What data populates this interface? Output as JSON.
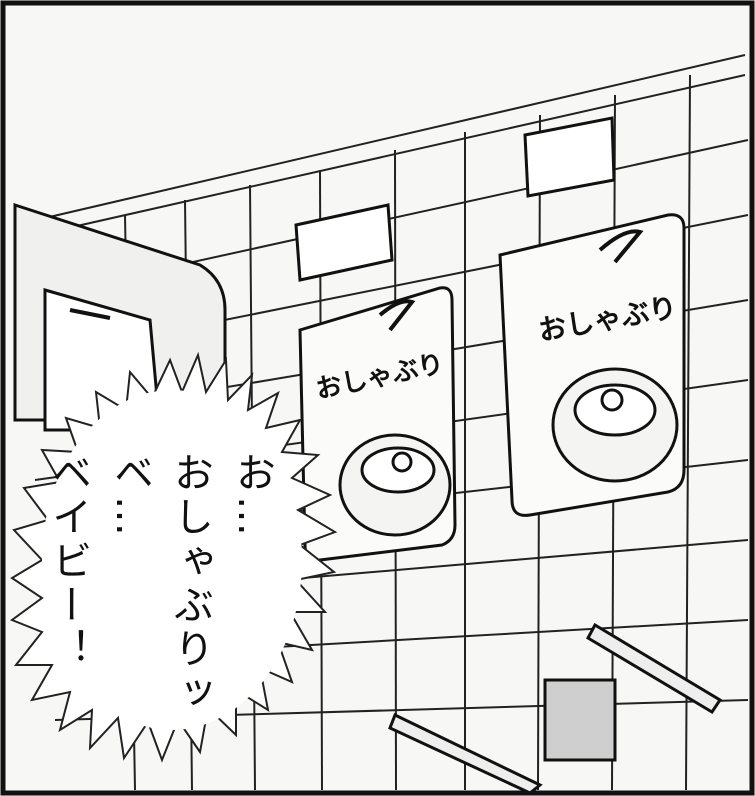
{
  "panel": {
    "speech_lines": [
      "お…",
      "おしゃぶりッ",
      "ベ…",
      "ベイビー！"
    ],
    "label_left": "おしゃぶり",
    "label_right": "おしゃぶり",
    "colors": {
      "ink": "#111111",
      "paper": "#f7f7f5"
    }
  }
}
